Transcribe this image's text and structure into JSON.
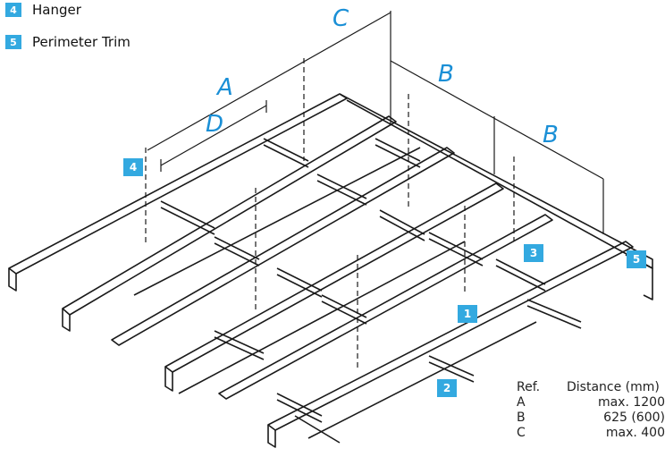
{
  "legend": [
    {
      "num": "4",
      "label": "Hanger"
    },
    {
      "num": "5",
      "label": "Perimeter Trim"
    }
  ],
  "dimensions": {
    "A": "A",
    "B1": "B",
    "B2": "B",
    "C": "C",
    "D": "D"
  },
  "tags": {
    "t1": "1",
    "t2": "2",
    "t3": "3",
    "t4": "4",
    "t5": "5"
  },
  "table": {
    "header_ref": "Ref.",
    "header_distance": "Distance (mm)",
    "rows": [
      {
        "ref": "A",
        "value": "max. 1200"
      },
      {
        "ref": "B",
        "value": "625 (600)"
      },
      {
        "ref": "C",
        "value": "max. 400"
      }
    ]
  },
  "colors": {
    "accent": "#33a9e0",
    "dimension": "#1a8fd6",
    "line": "#1a1a1a"
  }
}
